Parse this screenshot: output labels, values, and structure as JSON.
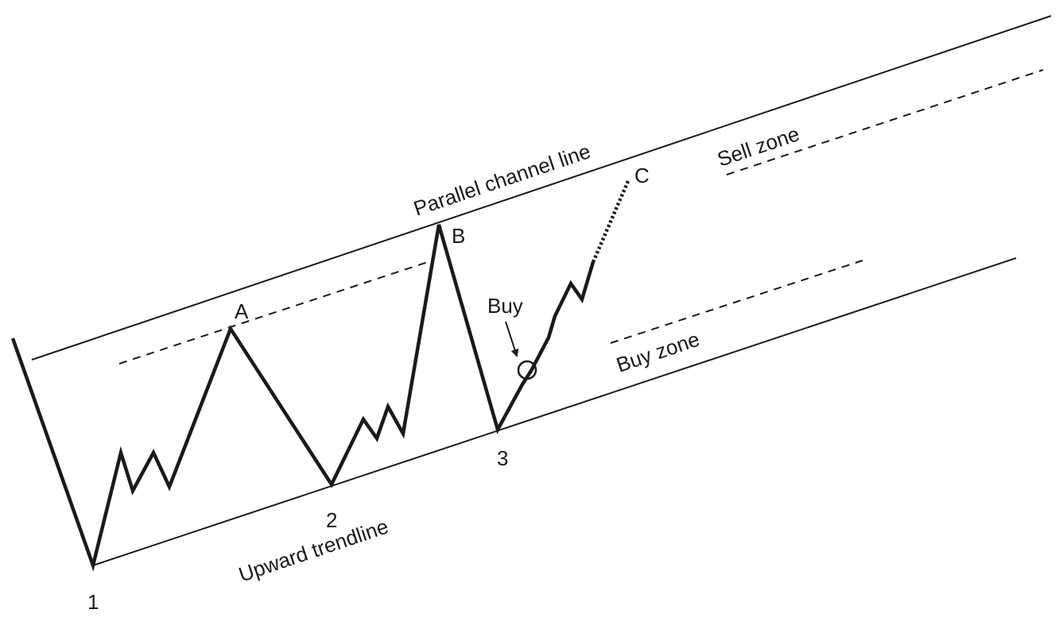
{
  "labels": {
    "parallel_channel_line": "Parallel channel line",
    "sell_zone": "Sell zone",
    "buy_zone": "Buy zone",
    "upward_trendline": "Upward trendline",
    "buy": "Buy",
    "point_a": "A",
    "point_b": "B",
    "point_c": "C",
    "point_1": "1",
    "point_2": "2",
    "point_3": "3"
  },
  "colors": {
    "ink": "#1a1a1a",
    "background": "#ffffff"
  }
}
